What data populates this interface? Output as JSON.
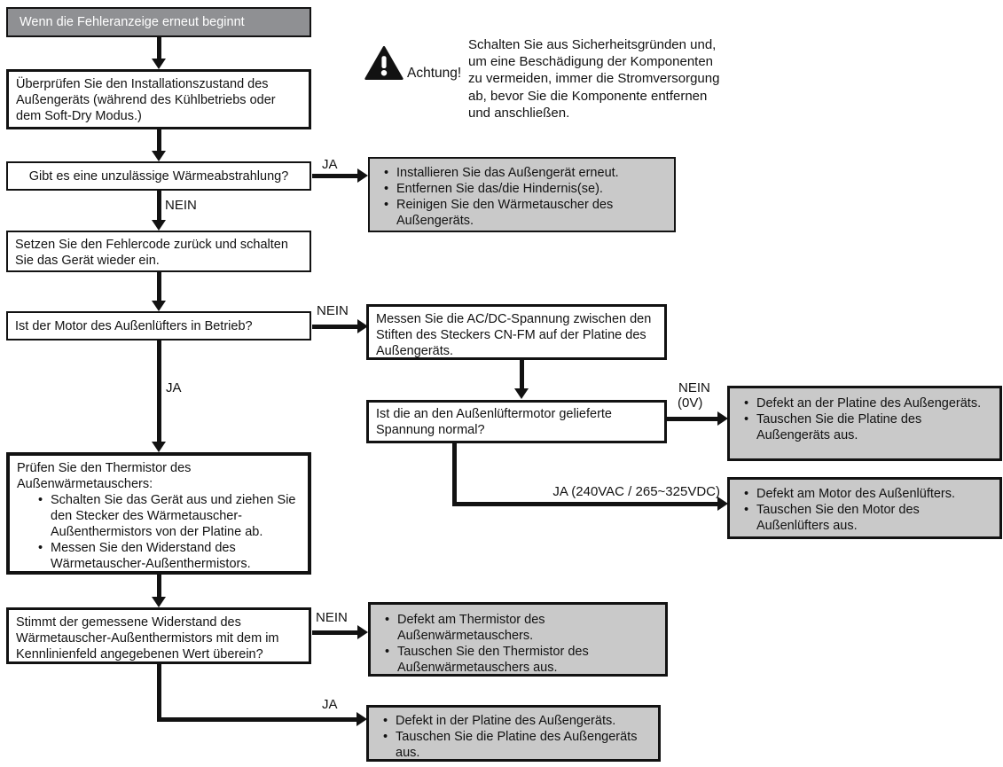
{
  "colors": {
    "box_border": "#121212",
    "title_fill": "#8f9093",
    "title_text": "#ffffff",
    "result_fill": "#c9c9c9",
    "line": "#121212"
  },
  "flowchart": {
    "start": "Wenn die Fehleranzeige erneut beginnt",
    "warning": {
      "icon": "warning-triangle-icon",
      "label": "Achtung!",
      "text": "Schalten Sie aus Sicherheitsgründen und, um eine Beschädigung der Komponenten zu vermeiden, immer die Stromversorgung ab, bevor Sie die Komponente entfernen und anschließen."
    },
    "steps": {
      "check_installation": "Überprüfen Sie den Installationszustand des Außengeräts (während des Kühlbetriebs oder dem Soft-Dry Modus.)",
      "heat_radiation": "Gibt es eine unzulässige Wärmeabstrahlung?",
      "reset_error_code": "Setzen Sie den Fehlercode zurück und schalten Sie das Gerät wieder ein.",
      "fan_motor_running": "Ist der Motor des Außenlüfters in Betrieb?",
      "measure_voltage": "Messen Sie die AC/DC-Spannung zwischen den Stiften des Steckers CN-FM auf der Platine des Außengeräts.",
      "voltage_normal": "Ist die an den Außenlüftermotor gelieferte Spannung normal?",
      "check_thermistor_intro": "Prüfen Sie den Thermistor des Außenwärmetauschers:",
      "check_thermistor_bullets": [
        "Schalten Sie das Gerät aus und ziehen Sie den Stecker des Wärmetauscher-Außenthermistors von der Platine ab.",
        "Messen Sie den Widerstand des Wärmetauscher-Außenthermistors."
      ],
      "resistance_match": "Stimmt der gemessene Widerstand des Wärmetauscher-Außenthermistors mit dem im Kennlinienfeld angegebenen Wert überein?"
    },
    "results": {
      "reinstall": [
        "Installieren Sie das Außengerät erneut.",
        "Entfernen Sie das/die Hindernis(se).",
        "Reinigen Sie den Wärmetauscher des Außengeräts."
      ],
      "board_defect": [
        "Defekt an der Platine des Außengeräts.",
        "Tauschen Sie die Platine des Außengeräts aus."
      ],
      "fan_motor_defect": [
        "Defekt am Motor des Außenlüfters.",
        "Tauschen Sie den Motor des Außenlüfters aus."
      ],
      "thermistor_defect": [
        "Defekt am Thermistor des Außenwärmetauschers.",
        "Tauschen Sie den Thermistor des Außenwärmetauschers aus."
      ],
      "board_defect_bottom": [
        "Defekt in der Platine des Außengeräts.",
        "Tauschen Sie die Platine des Außengeräts aus."
      ]
    },
    "labels": {
      "ja": "JA",
      "nein": "NEIN",
      "nein_0v": "(0V)",
      "ja_voltage": "JA (240VAC / 265~325VDC)"
    }
  }
}
